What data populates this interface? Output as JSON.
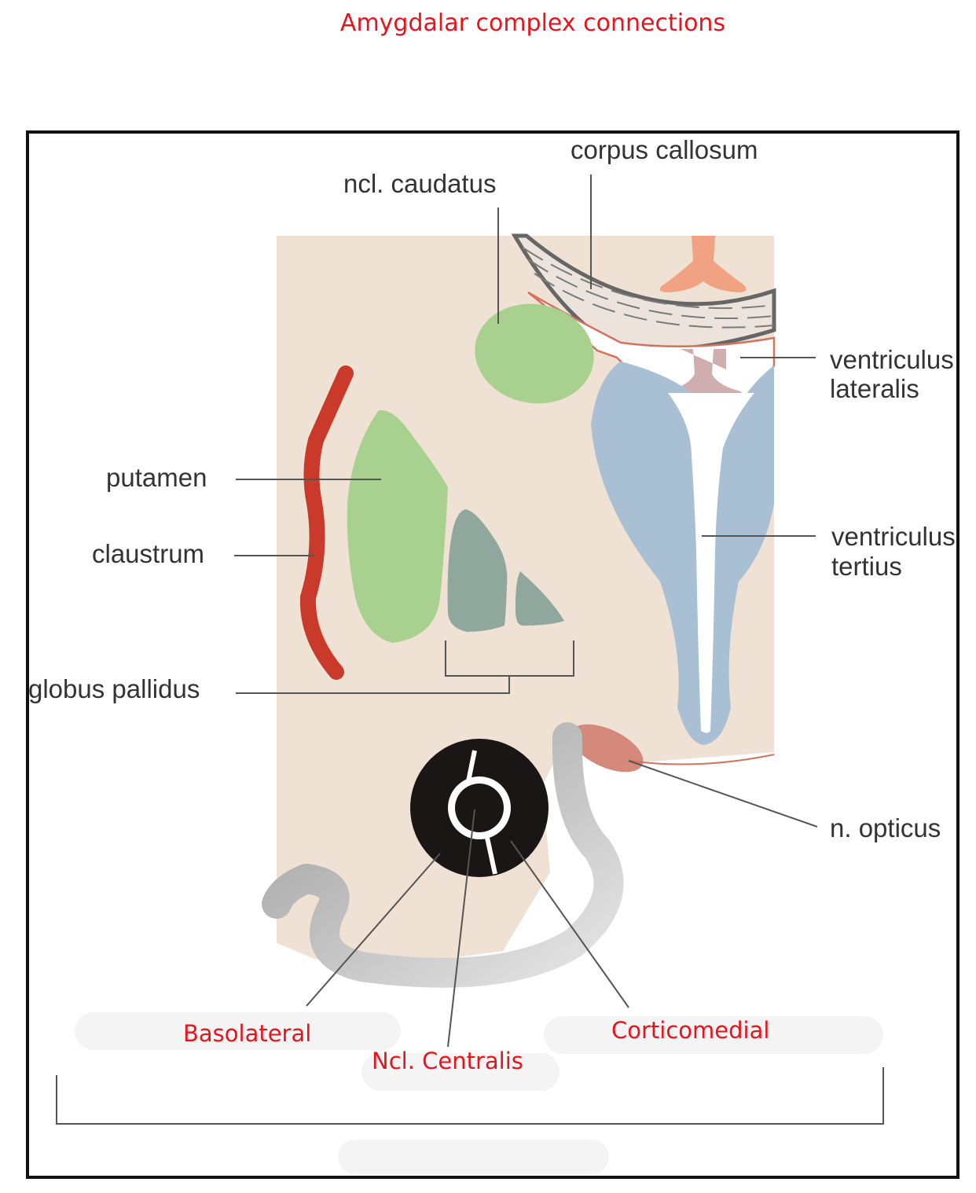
{
  "title": "Amygdalar complex connections",
  "labels": {
    "ncl_caudatus": "ncl. caudatus",
    "corpus_callosum": "corpus callosum",
    "ventriculus_lateralis": [
      "ventriculus",
      "lateralis"
    ],
    "putamen": "putamen",
    "claustrum": "claustrum",
    "ventriculus_tertius": [
      "ventriculus",
      "tertius"
    ],
    "globus_pallidus": "globus pallidus",
    "n_opticus": "n. opticus"
  },
  "amygdala_parts": {
    "basolateral": "Basolateral",
    "centralis": "Ncl. Centralis",
    "corticomedial": "Corticomedial"
  },
  "colors": {
    "accent_red": "#e8141c",
    "tissue": "#efe1d4",
    "putamen_green": "#a8d08e",
    "pallidus_gray": "#8fa79c",
    "ventricle_blue": "#a9bfd3",
    "claustrum_red": "#c93a2b",
    "nerve_salmon": "#d4897a",
    "fornix_orange": "#f0a283",
    "choroid_mauve": "#d0aeb0",
    "amygdala_black": "#1a1615"
  }
}
